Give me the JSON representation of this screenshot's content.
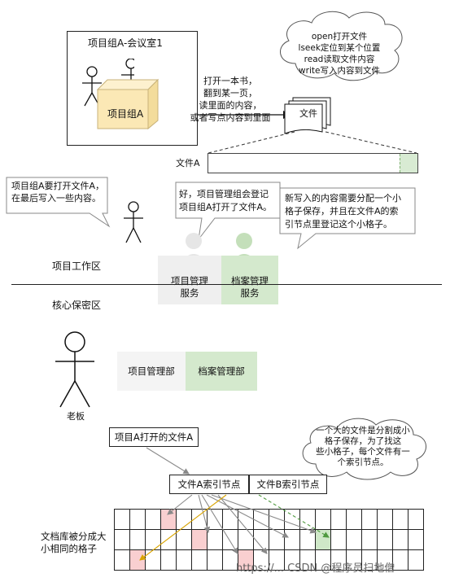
{
  "room": {
    "label": "项目组A-会议室1",
    "group_box_label": "项目组A"
  },
  "top_action": {
    "lines": [
      "打开一本书，",
      "翻到某一页，",
      "读里面的内容，",
      "或者写点内容到里面"
    ]
  },
  "file_stack_label": "文件",
  "cloud_top": {
    "lines": [
      "open打开文件",
      "lseek定位到某个位置",
      "read读取文件内容",
      "write写入内容到文件"
    ]
  },
  "file_bar_label": "文件A",
  "bubble_left": {
    "lines": [
      "项目组A要打开文件A，",
      "在最后写入一些内容。"
    ]
  },
  "bubble_mid": {
    "lines": [
      "好，项目管理组会登记",
      "项目组A打开了文件A。"
    ]
  },
  "bubble_right": {
    "lines": [
      "新写入的内容需要分配一个小",
      "格子保存，并且在文件A的索",
      "引节点里登记这个小格子。"
    ]
  },
  "zone_work": "项目工作区",
  "zone_core": "核心保密区",
  "service_project": {
    "lines": [
      "项目管理",
      "服务"
    ]
  },
  "service_archive": {
    "lines": [
      "档案管理",
      "服务"
    ]
  },
  "boss_label": "老板",
  "dept_project": "项目管理部",
  "dept_archive": "档案管理部",
  "opened_file_box": "项目A打开的文件A",
  "cloud_bottom": {
    "lines": [
      "一个大的文件是分割成小",
      "格子保存，为了找这",
      "些小格子，每个文件有一",
      "个索引节点。"
    ]
  },
  "index_a": "文件A索引节点",
  "index_b": "文件B索引节点",
  "storage_label": {
    "lines": [
      "文档库被分成大",
      "小相同的格子"
    ]
  },
  "watermark": "https://... CSDN @程序员扫地僧",
  "colors": {
    "pink": "#f9cfd0",
    "green": "#cfe8c8",
    "box_yellow": "#fbe8b5",
    "service_gray": "#efefef",
    "service_green": "#d4e9cd"
  },
  "grid": {
    "rows": 3,
    "cols": 20,
    "pink_cells": [
      [
        0,
        3
      ],
      [
        1,
        5
      ],
      [
        2,
        1
      ],
      [
        2,
        8
      ]
    ],
    "green_cells": [
      [
        1,
        13
      ]
    ]
  }
}
